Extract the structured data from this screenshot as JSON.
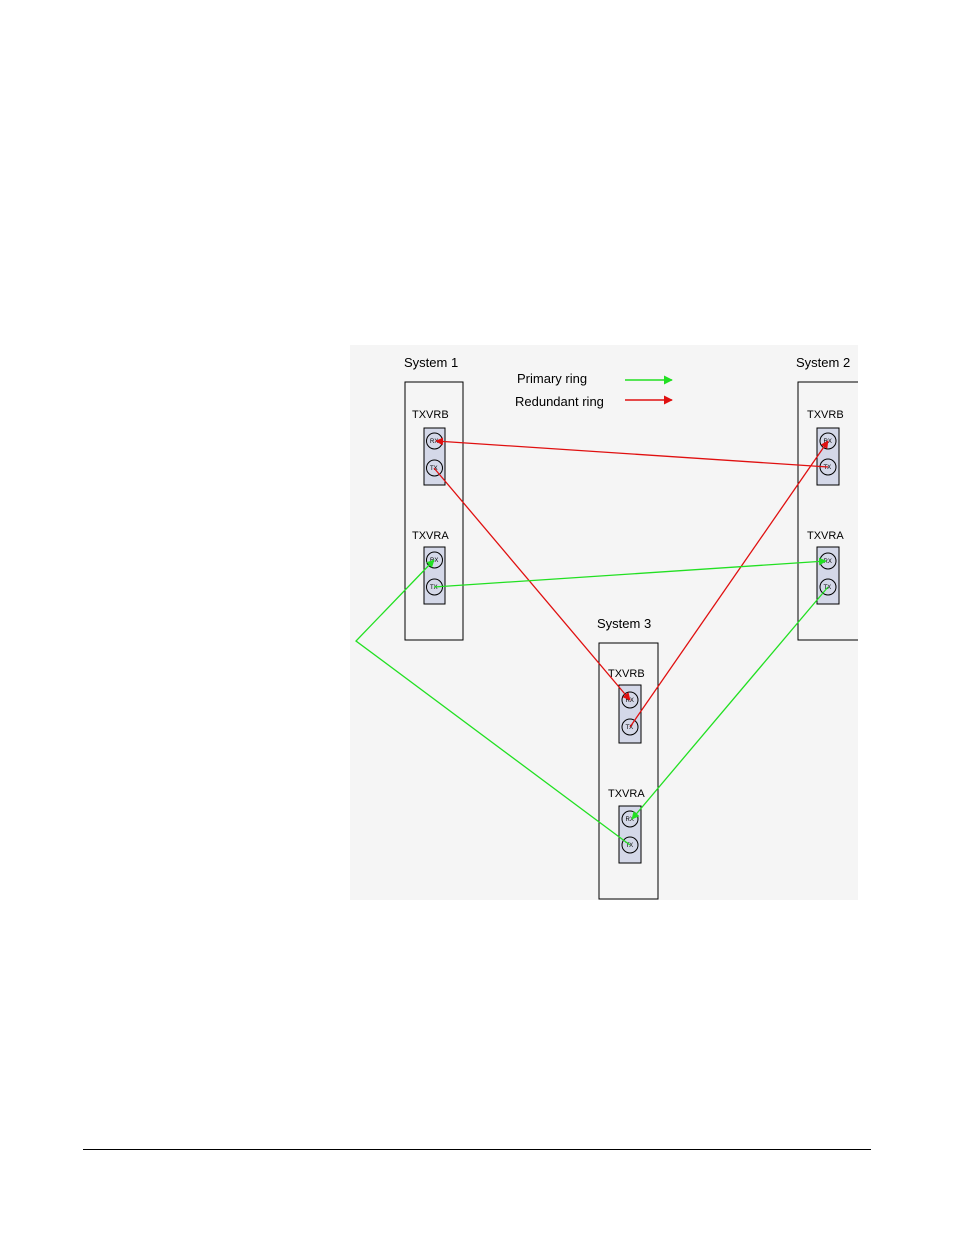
{
  "legend": {
    "primary": {
      "label": "Primary ring",
      "color": "#22e022"
    },
    "redundant": {
      "label": "Redundant ring",
      "color": "#e01010"
    }
  },
  "systems": [
    {
      "id": "sys1",
      "label": "System 1",
      "groups": [
        {
          "id": "s1b",
          "label": "TXVRB",
          "ports": [
            "RX",
            "TX"
          ]
        },
        {
          "id": "s1a",
          "label": "TXVRA",
          "ports": [
            "RX",
            "TX"
          ]
        }
      ]
    },
    {
      "id": "sys2",
      "label": "System 2",
      "groups": [
        {
          "id": "s2b",
          "label": "TXVRB",
          "ports": [
            "RX",
            "TX"
          ]
        },
        {
          "id": "s2a",
          "label": "TXVRA",
          "ports": [
            "RX",
            "TX"
          ]
        }
      ]
    },
    {
      "id": "sys3",
      "label": "System 3",
      "groups": [
        {
          "id": "s3b",
          "label": "TXVRB",
          "ports": [
            "RX",
            "TX"
          ]
        },
        {
          "id": "s3a",
          "label": "TXVRA",
          "ports": [
            "RX",
            "TX"
          ]
        }
      ]
    }
  ],
  "links": [
    {
      "ring": "redundant",
      "from": "s2b.TX",
      "to": "s1b.RX"
    },
    {
      "ring": "redundant",
      "from": "s1b.TX",
      "to": "s3b.RX"
    },
    {
      "ring": "redundant",
      "from": "s3b.TX",
      "to": "s2b.RX"
    },
    {
      "ring": "primary",
      "from": "s1a.TX",
      "to": "s2a.RX"
    },
    {
      "ring": "primary",
      "from": "s2a.TX",
      "to": "s3a.RX"
    },
    {
      "ring": "primary",
      "from": "s3a.TX",
      "to": "s1a.RX"
    }
  ]
}
